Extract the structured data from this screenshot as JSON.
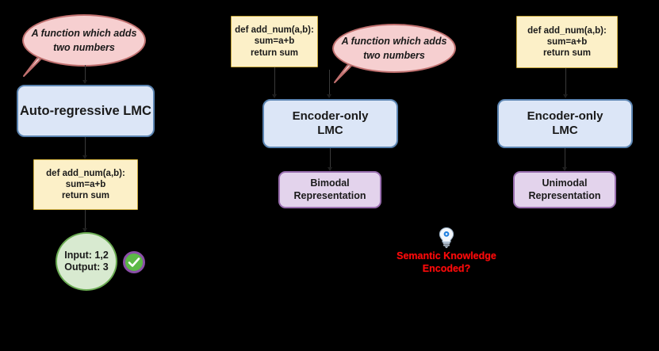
{
  "figure": {
    "background_color": "#000000",
    "title": ""
  },
  "palette": {
    "model_fill": "#dce6f7",
    "model_stroke": "#5b84b1",
    "code_fill": "#fcf0c8",
    "code_stroke": "#c8a83c",
    "rep_fill": "#e3d3ec",
    "rep_stroke": "#9a6fb0",
    "bubble_fill": "#f6cfd0",
    "bubble_stroke": "#c0706f",
    "io_fill": "#d8ead0",
    "io_stroke": "#6aab52",
    "check_fill": "#5cb947",
    "check_ring": "#8b4fa8",
    "question_color": "#fa0a0a"
  },
  "columns": {
    "left": {
      "bubble": {
        "line1": "A function which adds",
        "line2": "two numbers"
      },
      "model": {
        "label": "Auto-regressive LMC"
      },
      "code": {
        "line1": "def add_num(a,b):",
        "line2": "sum=a+b",
        "line3": "return sum"
      },
      "io": {
        "line1": "Input: 1,2",
        "line2": "Output: 3"
      },
      "check_icon": "check-circle-icon"
    },
    "middle": {
      "code": {
        "line1": "def add_num(a,b):",
        "line2": "sum=a+b",
        "line3": "return sum"
      },
      "bubble": {
        "line1": "A function which adds",
        "line2": "two numbers"
      },
      "model": {
        "line1": "Encoder-only",
        "line2": "LMC"
      },
      "representation": {
        "line1": "Bimodal",
        "line2": "Representation"
      }
    },
    "right": {
      "code": {
        "line1": "def add_num(a,b):",
        "line2": "sum=a+b",
        "line3": "return sum"
      },
      "model": {
        "line1": "Encoder-only",
        "line2": "LMC"
      },
      "representation": {
        "line1": "Unimodal",
        "line2": "Representation"
      }
    }
  },
  "question": {
    "icon": "lightbulb-icon",
    "line1": "Semantic Knowledge",
    "line2": "Encoded?"
  }
}
